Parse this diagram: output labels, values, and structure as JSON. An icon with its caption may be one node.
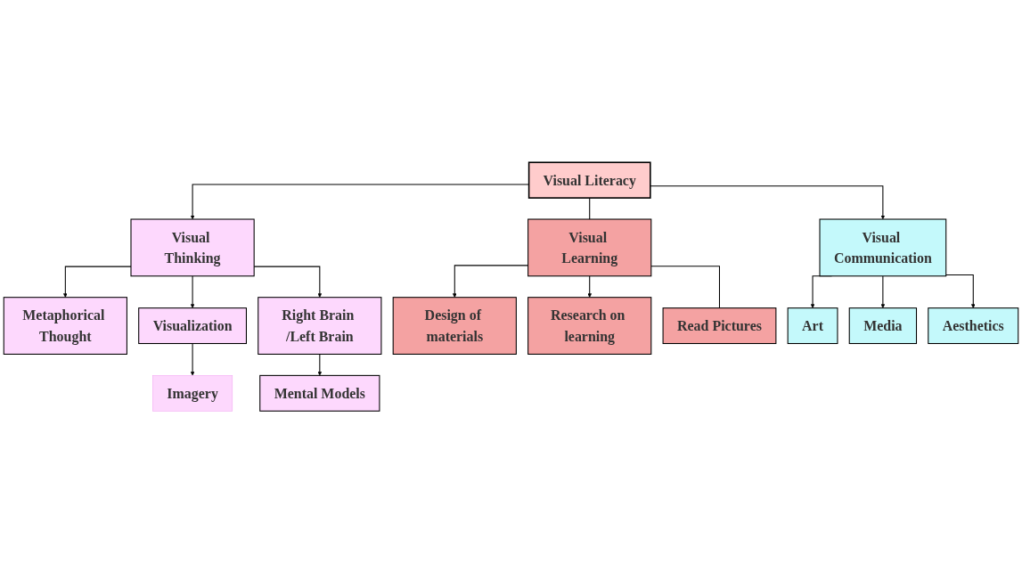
{
  "diagram": {
    "nodes": [
      {
        "text": [
          "Visual Literacy"
        ]
      },
      {
        "text": [
          "Visual Thinking"
        ]
      },
      {
        "text": [
          "Visual Learning"
        ]
      },
      {
        "text": [
          "Visual Communication"
        ]
      },
      {
        "text": [
          "Metaphorical Thought"
        ]
      },
      {
        "text": [
          "Visualization"
        ]
      },
      {
        "text": [
          "Imagery"
        ]
      },
      {
        "text": [
          "Right Brain /Left Brain"
        ]
      },
      {
        "text": [
          "Mental Models"
        ]
      },
      {
        "text": [
          "Design of materials"
        ]
      },
      {
        "text": [
          "Research on learning"
        ]
      },
      {
        "text": [
          "Read Pictures"
        ]
      },
      {
        "text": [
          "Art"
        ]
      },
      {
        "text": [
          "Media"
        ]
      },
      {
        "text": [
          "Aesthetics"
        ]
      }
    ],
    "edges": [
      {
        "from": 0,
        "to": 1,
        "arrow": "to"
      },
      {
        "from": 0,
        "to": 2,
        "arrow": "none"
      },
      {
        "from": 0,
        "to": 3,
        "arrow": "to"
      },
      {
        "from": 1,
        "to": 4,
        "arrow": "to"
      },
      {
        "from": 1,
        "to": 5,
        "arrow": "to"
      },
      {
        "from": 1,
        "to": 7,
        "arrow": "to"
      },
      {
        "from": 5,
        "to": 6,
        "arrow": "to"
      },
      {
        "from": 7,
        "to": 8,
        "arrow": "to"
      },
      {
        "from": 2,
        "to": 9,
        "arrow": "to"
      },
      {
        "from": 2,
        "to": 10,
        "arrow": "to"
      },
      {
        "from": 2,
        "to": 11,
        "arrow": "none"
      },
      {
        "from": 3,
        "to": 12,
        "arrow": "to"
      },
      {
        "from": 3,
        "to": 13,
        "arrow": "to"
      },
      {
        "from": 3,
        "to": 14,
        "arrow": "to"
      }
    ]
  }
}
